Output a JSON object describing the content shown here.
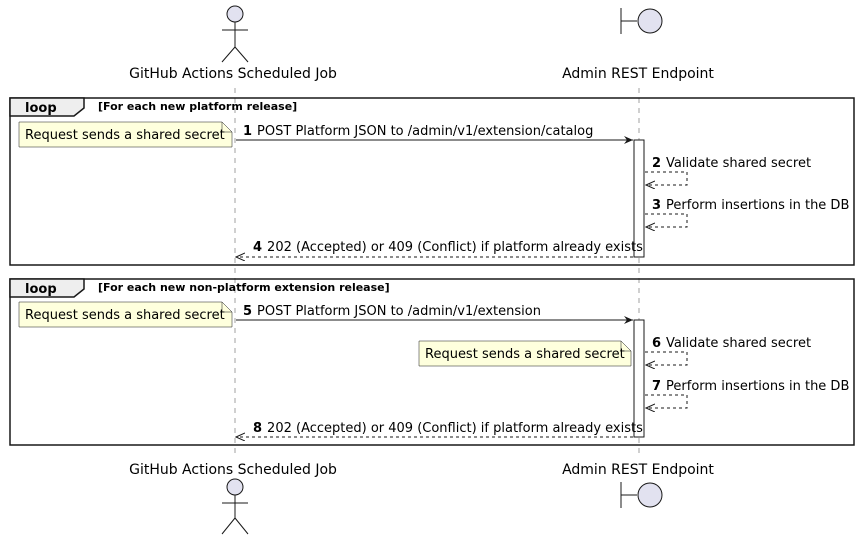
{
  "participants": {
    "job": {
      "name": "GitHub Actions Scheduled Job"
    },
    "endpoint": {
      "name": "Admin REST Endpoint"
    }
  },
  "loops": [
    {
      "keyword": "loop",
      "condition": "[For each new platform release]",
      "notes": [
        "Request sends a shared secret"
      ],
      "messages": [
        {
          "num": "1",
          "text": "POST Platform JSON to /admin/v1/extension/catalog"
        },
        {
          "num": "2",
          "text": "Validate shared secret"
        },
        {
          "num": "3",
          "text": "Perform insertions in the DB"
        },
        {
          "num": "4",
          "text": "202 (Accepted) or 409 (Conflict) if platform already exists"
        }
      ]
    },
    {
      "keyword": "loop",
      "condition": "[For each new non-platform extension release]",
      "notes": [
        "Request sends a shared secret",
        "Request sends a shared secret"
      ],
      "messages": [
        {
          "num": "5",
          "text": "POST Platform JSON to /admin/v1/extension"
        },
        {
          "num": "6",
          "text": "Validate shared secret"
        },
        {
          "num": "7",
          "text": "Perform insertions in the DB"
        },
        {
          "num": "8",
          "text": "202 (Accepted) or 409 (Conflict) if platform already exists"
        }
      ]
    }
  ],
  "colors": {
    "participant_fill": "#E2E2F0",
    "note_fill": "#FEFFDD",
    "loop_tag_fill": "#EEEEEE",
    "lifeline": "#A0A0A0",
    "line": "#181818"
  }
}
